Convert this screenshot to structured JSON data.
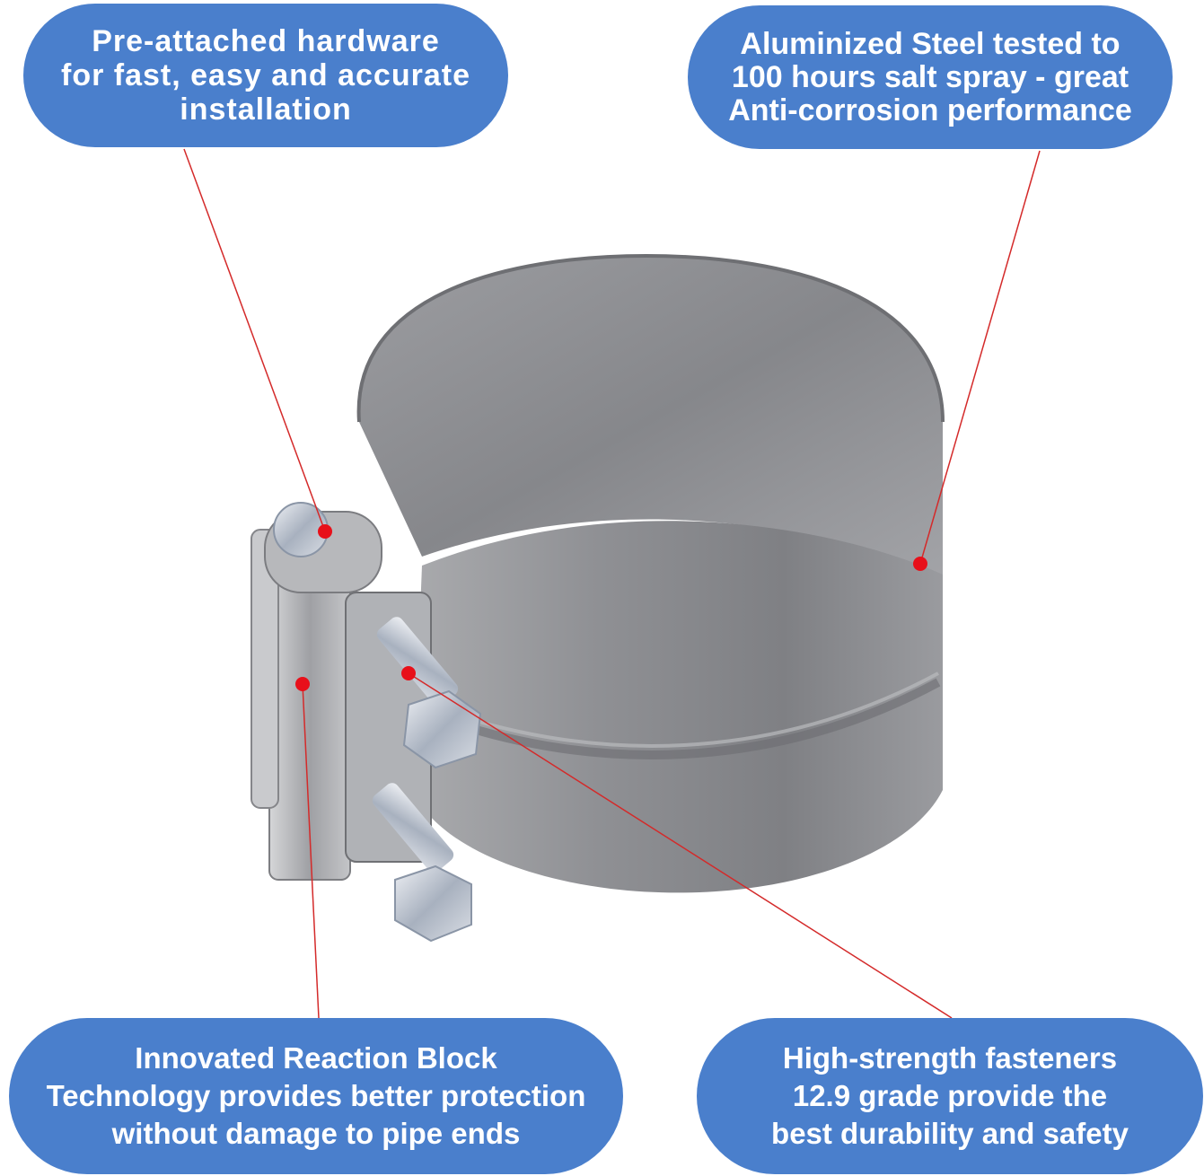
{
  "callouts": {
    "top_left": "Pre-attached hardware\nfor fast, easy and accurate\ninstallation",
    "top_right": "Aluminized Steel tested to\n100 hours salt spray - great\nAnti-corrosion performance",
    "bottom_left": "Innovated Reaction Block\nTechnology provides better protection\nwithout damage to pipe ends",
    "bottom_right": "High-strength fasteners\n12.9 grade provide the\nbest durability and safety"
  },
  "colors": {
    "callout_background": "#4a7fcc",
    "callout_text": "#ffffff",
    "pointer_line": "#d42a2a",
    "pointer_dot": "#e8101a"
  },
  "illustration": "exhaust-band-clamp"
}
